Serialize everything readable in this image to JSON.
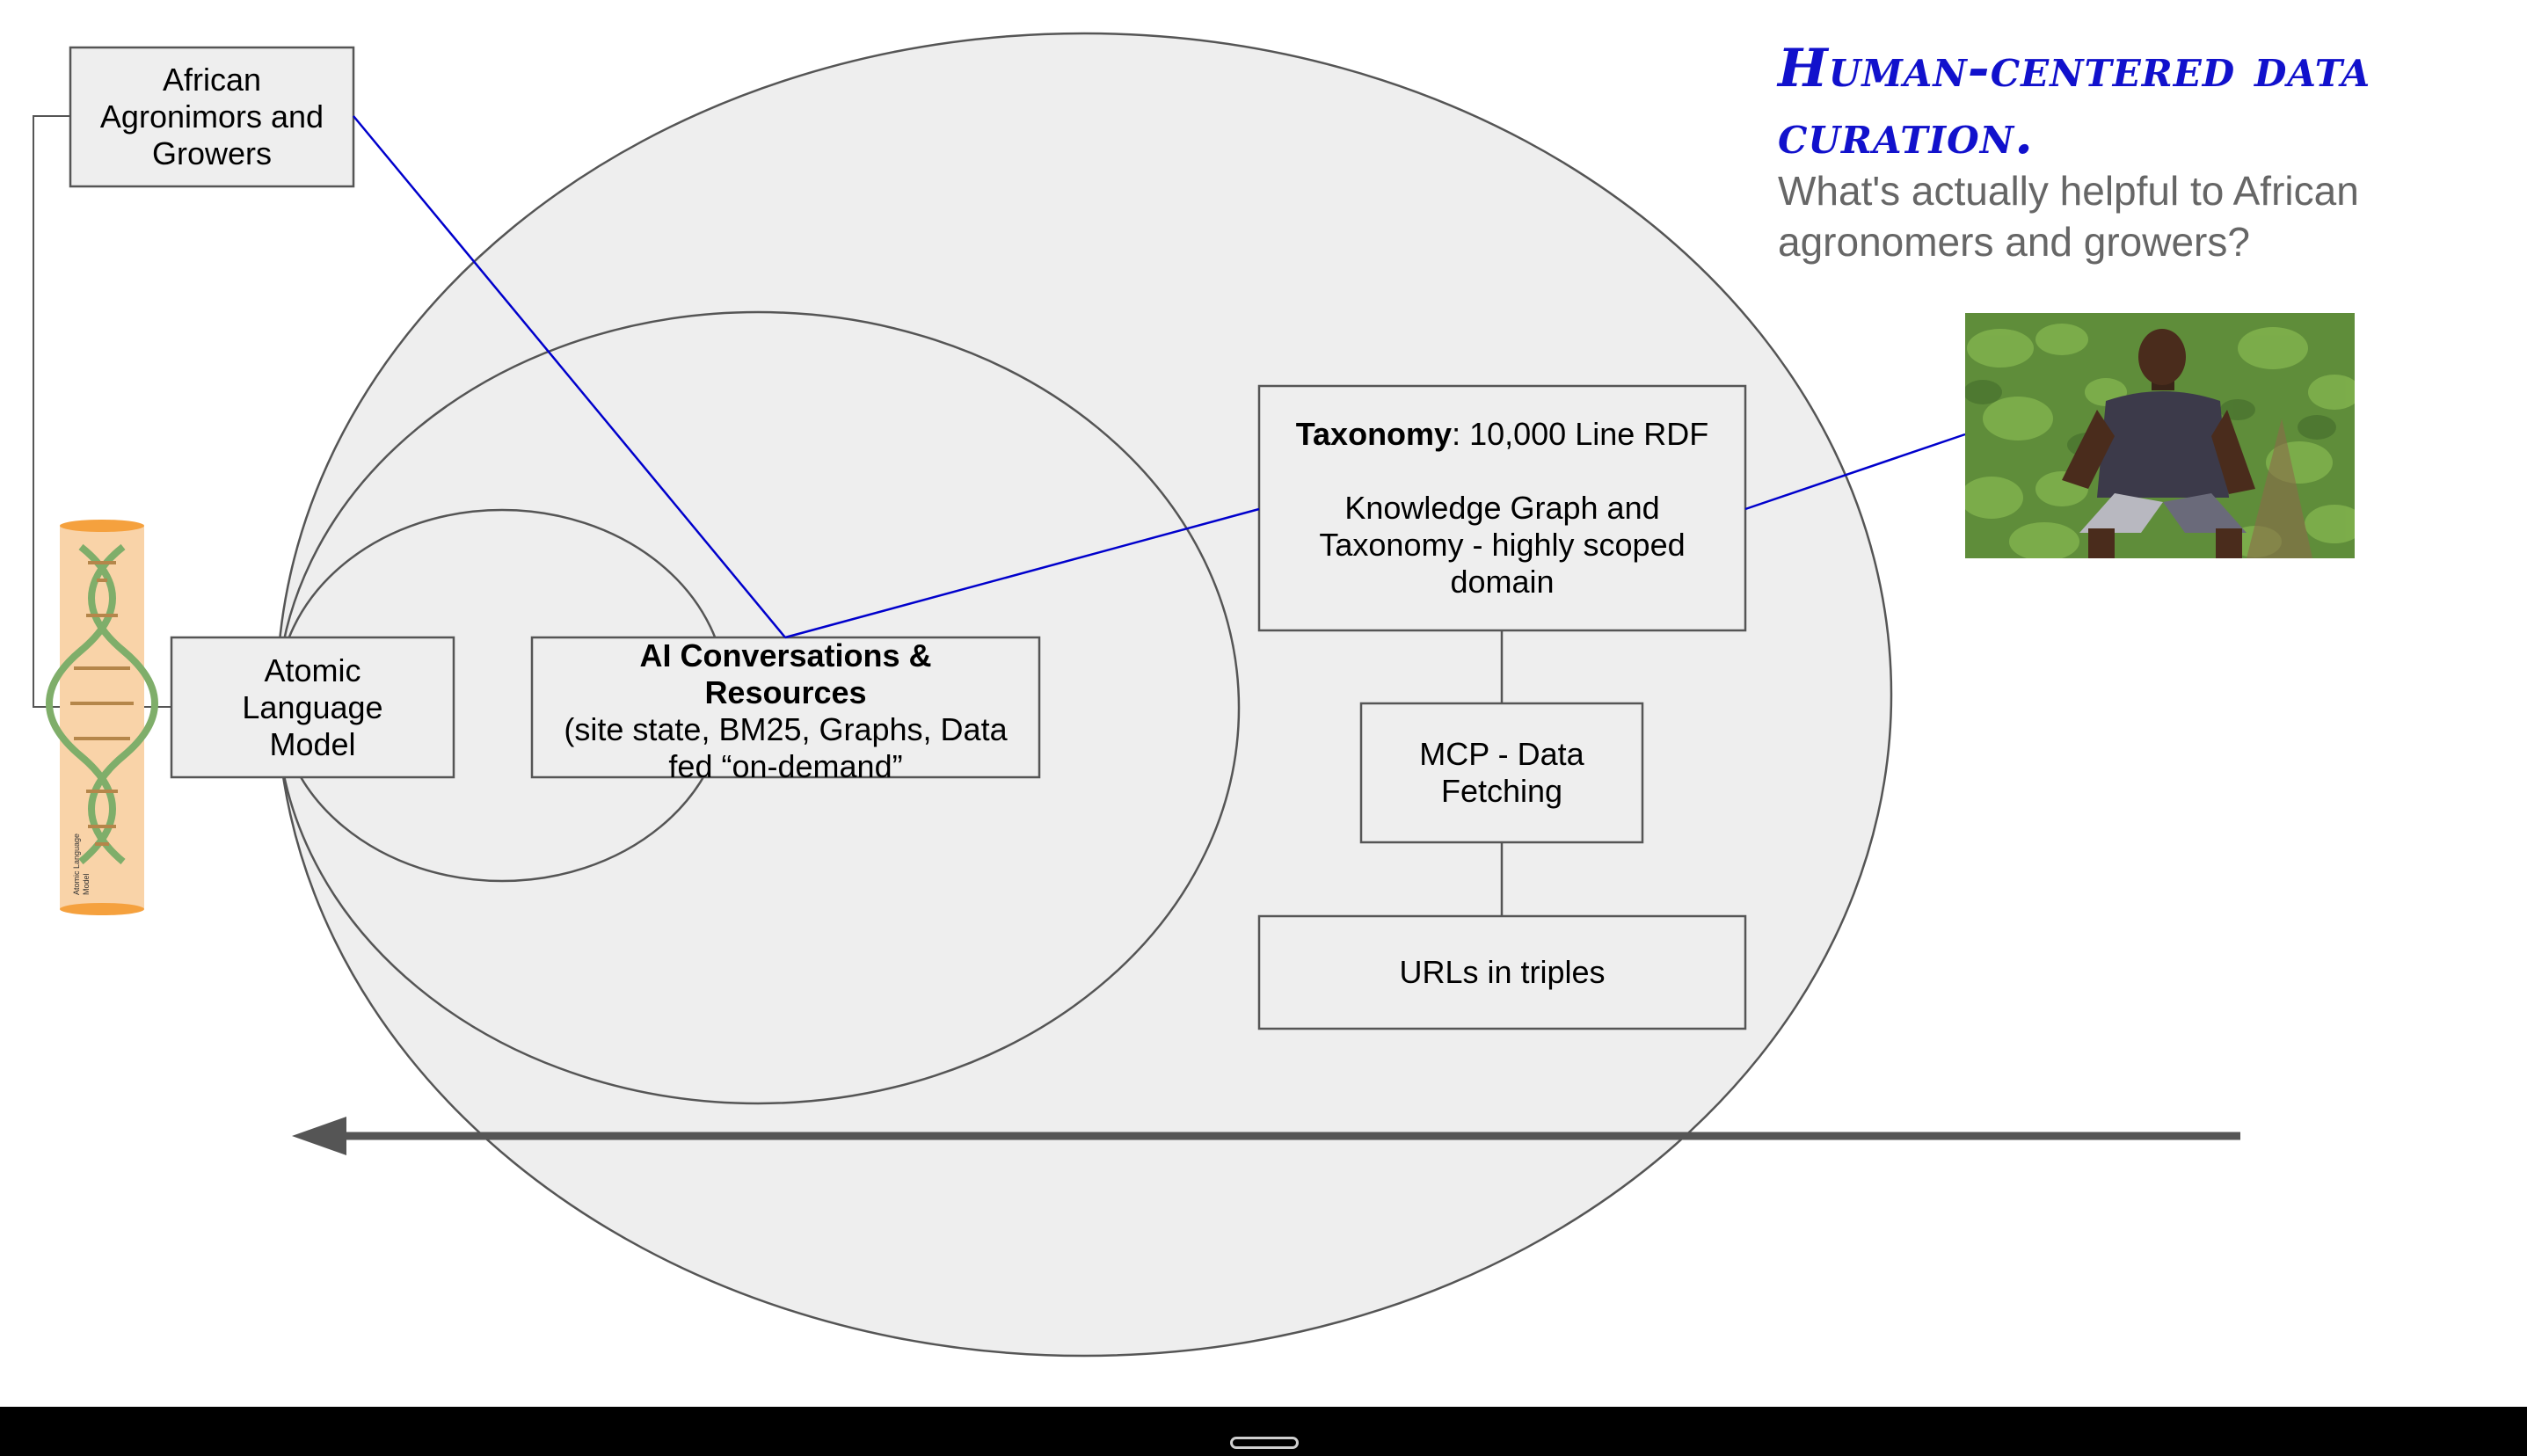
{
  "heading": "Human-centered data curation.",
  "subheading": "What's actually helpful to African agronomers and growers?",
  "nodes": {
    "african_growers": {
      "lines": [
        "African",
        "Agronimors and",
        "Growers"
      ]
    },
    "atomic_language_model": {
      "lines": [
        "Atomic",
        "Language",
        "Model"
      ]
    },
    "ai_conversations": {
      "title_lines": [
        "AI Conversations &",
        "Resources"
      ],
      "detail_lines": [
        "(site state, BM25, Graphs, Data",
        "fed “on-demand”"
      ]
    },
    "taxonomy": {
      "title_bold": "Taxonomy",
      "title_rest": ": 10,000 Line RDF",
      "detail_lines": [
        "Knowledge Graph and",
        "Taxonomy - highly scoped",
        "domain"
      ]
    },
    "mcp": {
      "lines": [
        "MCP - Data",
        "Fetching"
      ]
    },
    "urls": {
      "lines": [
        "URLs in triples"
      ]
    }
  },
  "dna_image_label": [
    "Atomic Language",
    "Model"
  ],
  "colors": {
    "heading": "#1111cc",
    "subheading": "#666666",
    "connector_blue": "#0000cc",
    "ellipse_fill": "#eeeeee",
    "box_fill": "#eeeeee",
    "outline": "#555555",
    "arrow": "#555555",
    "dna_tube": "#f9d3a8",
    "dna_cap": "#f5a13e"
  },
  "icons": {
    "farmer_photo": "farmer-photo",
    "dna_illustration": "dna-helix-icon",
    "flow_arrow": "left-arrow-icon"
  }
}
